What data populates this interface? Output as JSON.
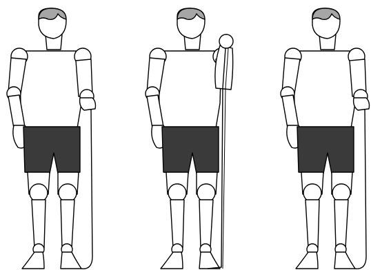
{
  "illustration": {
    "figures": [
      {
        "id": "figure-1",
        "pose": "band-start"
      },
      {
        "id": "figure-2",
        "pose": "curl-top"
      },
      {
        "id": "figure-3",
        "pose": "band-start"
      }
    ],
    "colors": {
      "outline": "#000000",
      "skin": "#ffffff",
      "hair": "#a6a6a6",
      "shorts": "#3a3a3a",
      "band": "#000000"
    }
  }
}
